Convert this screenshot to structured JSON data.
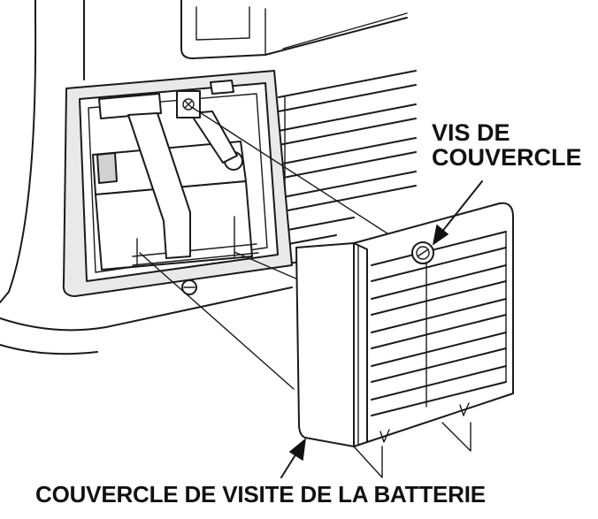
{
  "labels": {
    "cover_screw_line1": "VIS DE",
    "cover_screw_line2": "COUVERCLE",
    "battery_cover": "COUVERCLE DE VISITE DE LA BATTERIE"
  }
}
